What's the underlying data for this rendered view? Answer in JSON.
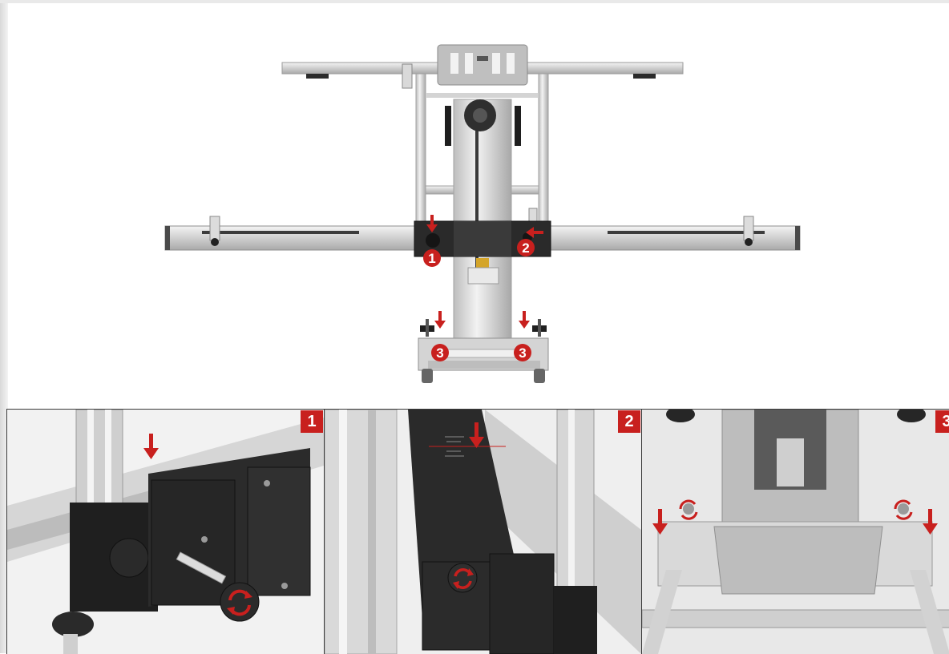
{
  "hero": {
    "callouts": [
      {
        "id": "callout-1",
        "label": "1"
      },
      {
        "id": "callout-2",
        "label": "2"
      },
      {
        "id": "callout-3-left",
        "label": "3"
      },
      {
        "id": "callout-3-right",
        "label": "3"
      }
    ],
    "accent_color": "#c8201e"
  },
  "panels": [
    {
      "label": "1",
      "icons": [
        "arrow-down-icon",
        "rotate-icon"
      ]
    },
    {
      "label": "2",
      "icons": [
        "arrow-down-icon",
        "rotate-icon"
      ]
    },
    {
      "label": "3",
      "icons": [
        "arrow-down-icon",
        "rotate-icon"
      ]
    }
  ]
}
